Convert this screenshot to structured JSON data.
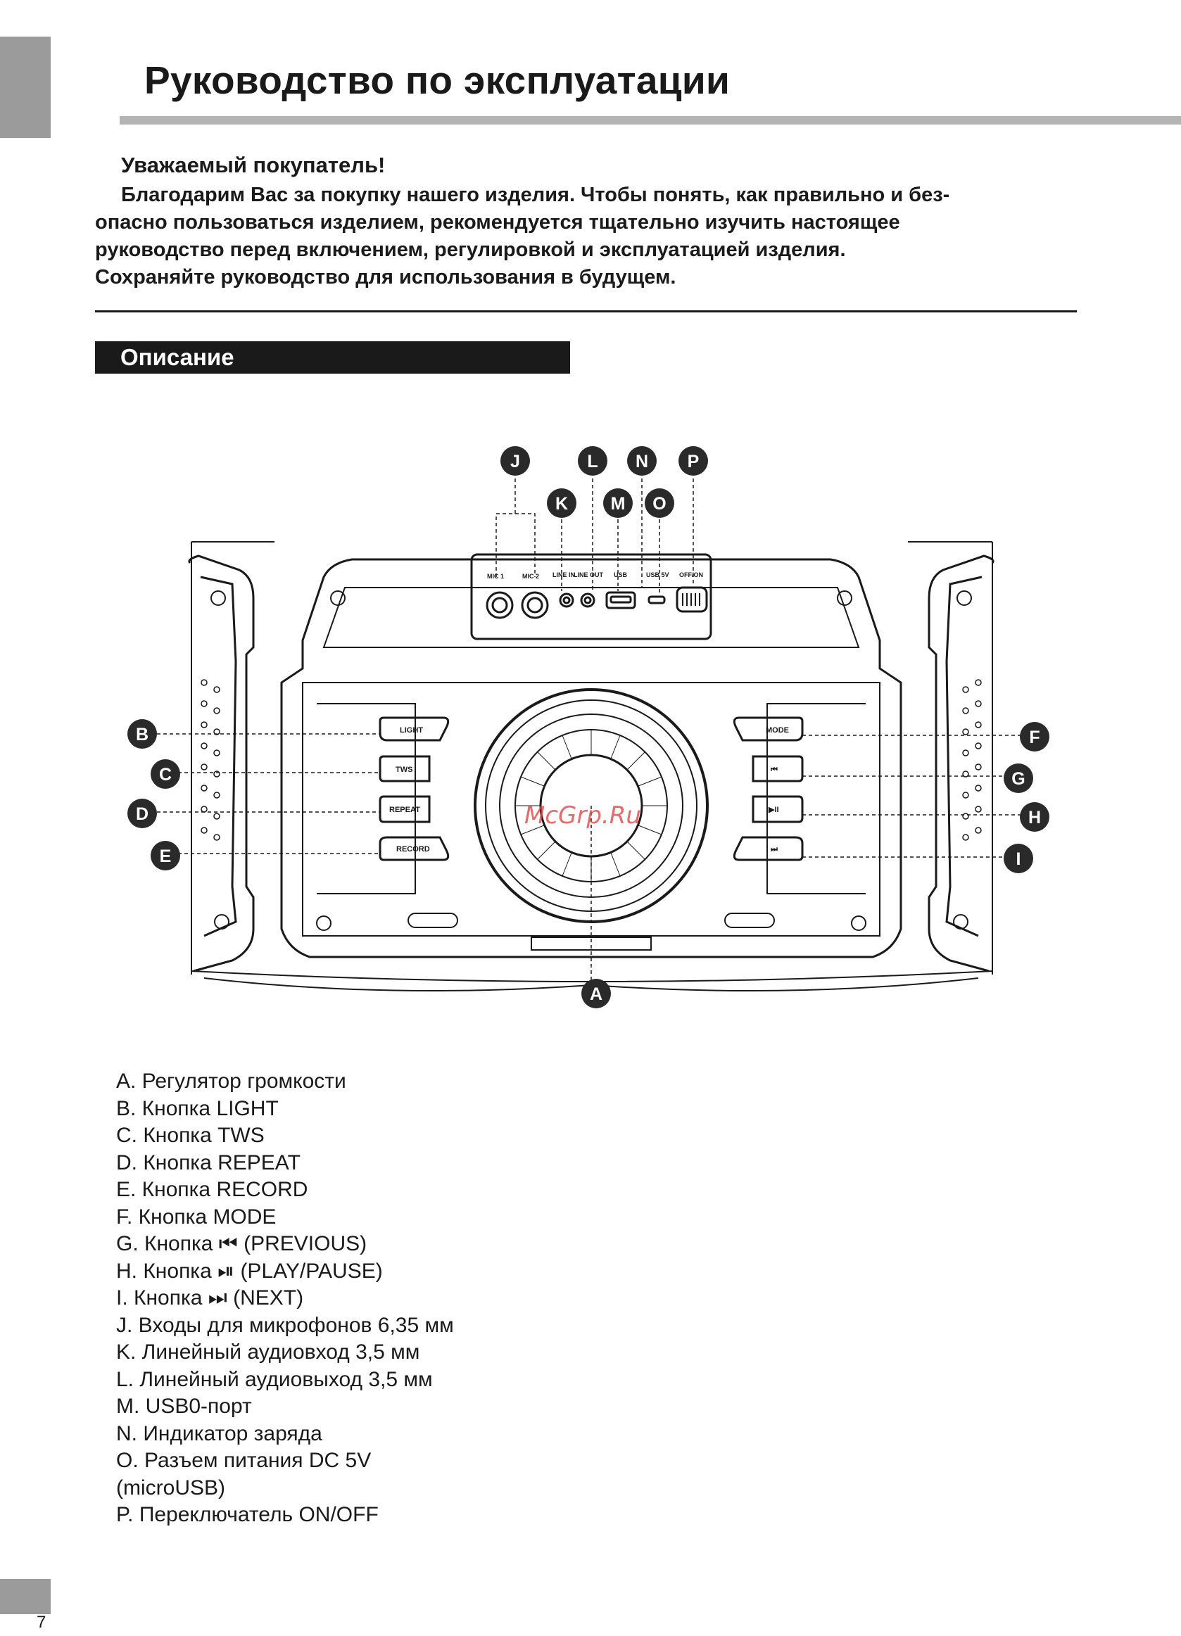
{
  "page": {
    "number": "7"
  },
  "header": {
    "title": "Руководство по эксплуатации"
  },
  "intro": {
    "greeting": "Уважаемый покупатель!",
    "lines": [
      "Благодарим Вас за покупку нашего изделия. Чтобы понять, как правильно и без-",
      "опасно пользоваться изделием, рекомендуется тщательно изучить настоящее",
      "руководство перед включением, регулировкой и эксплуатацией изделия.",
      "Сохраняйте руководство для использования в будущем."
    ]
  },
  "section": {
    "title": "Описание"
  },
  "diagram": {
    "watermark": "McGrp.Ru",
    "callouts": [
      "A",
      "B",
      "C",
      "D",
      "E",
      "F",
      "G",
      "H",
      "I",
      "J",
      "K",
      "L",
      "M",
      "N",
      "O",
      "P"
    ],
    "port_labels": [
      "MIC 1",
      "MIC 2",
      "LINE IN",
      "LINE OUT",
      "USB",
      "USB 5V",
      "OFF/ON"
    ],
    "button_labels": [
      "LIGHT",
      "TWS",
      "REPEAT",
      "RECORD",
      "MODE",
      "⏮",
      "▶II",
      "⏭"
    ]
  },
  "legend": {
    "items": [
      "A. Регулятор громкости",
      "B. Кнопка LIGHT",
      "C. Кнопка TWS",
      "D. Кнопка REPEAT",
      "E. Кнопка RECORD",
      "F. Кнопка MODE",
      "G. Кнопка ⏮ (PREVIOUS)",
      "H. Кнопка ⏯ (PLAY/PAUSE)",
      "I.   Кнопка ⏭ (NEXT)",
      "J.  Входы для микрофонов 6,35 мм",
      "K.  Линейный аудиовход 3,5 мм",
      "L.  Линейный аудиовыход 3,5 мм",
      "M. USB0-порт",
      "N.  Индикатор заряда",
      "O.  Разъем питания DC 5V",
      "(microUSB)",
      "P.  Переключатель ON/OFF"
    ]
  },
  "colors": {
    "tab": "#9b9b9b",
    "rule": "#b4b4b4",
    "text": "#1a1a1a",
    "watermark": "#d94848"
  }
}
